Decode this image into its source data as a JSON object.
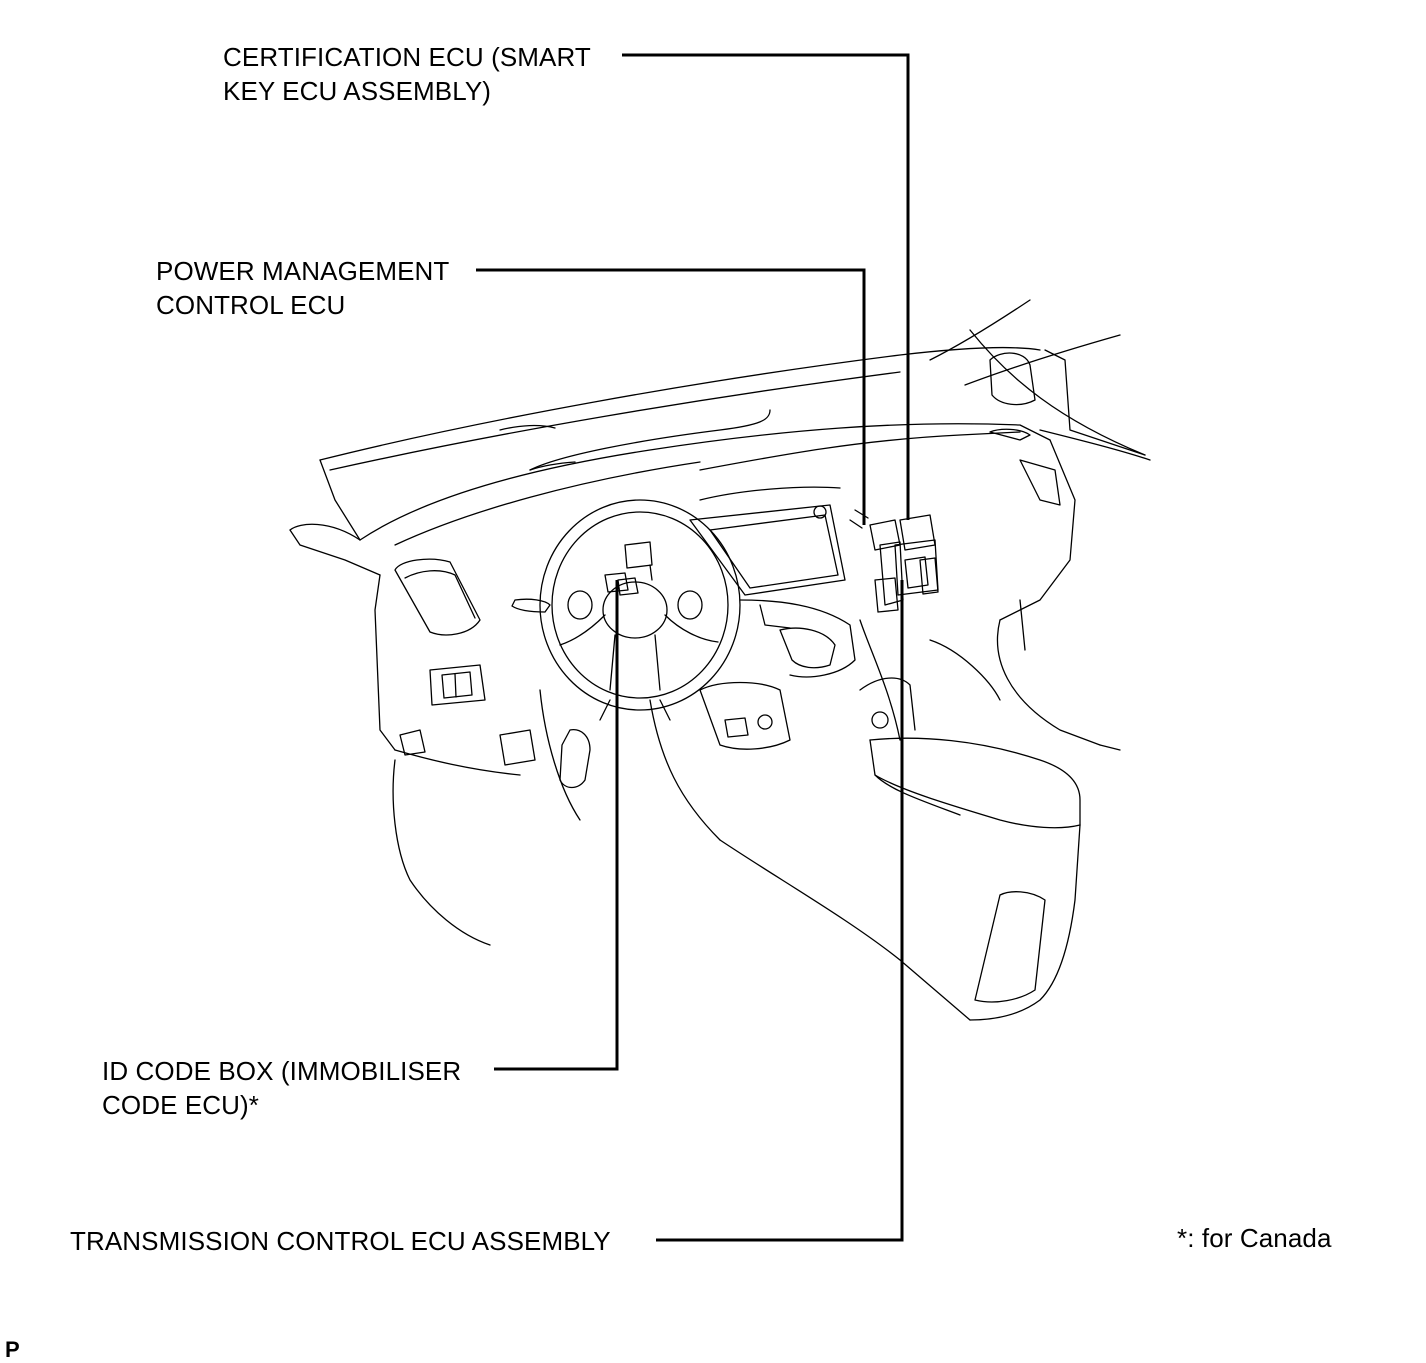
{
  "labels": {
    "certification": {
      "line1": "CERTIFICATION ECU (SMART",
      "line2": "KEY ECU ASSEMBLY)"
    },
    "power_management": {
      "line1": "POWER MANAGEMENT",
      "line2": "CONTROL ECU"
    },
    "id_code_box": {
      "line1": "ID CODE BOX (IMMOBILISER",
      "line2": "CODE ECU)*"
    },
    "transmission": {
      "line1": "TRANSMISSION CONTROL ECU ASSEMBLY"
    }
  },
  "footnote": "*: for Canada",
  "corner_mark": "P",
  "colors": {
    "line": "#000000",
    "background": "#ffffff"
  }
}
